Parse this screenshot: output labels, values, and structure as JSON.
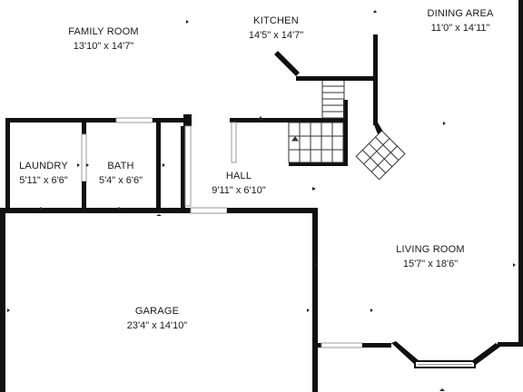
{
  "floor_plan": {
    "rooms": [
      {
        "id": "family-room",
        "name": "FAMILY ROOM",
        "dimensions": "13'10\" x 14'7\""
      },
      {
        "id": "kitchen",
        "name": "KITCHEN",
        "dimensions": "14'5\" x 14'7\""
      },
      {
        "id": "dining-area",
        "name": "DINING AREA",
        "dimensions": "11'0\" x 14'11\""
      },
      {
        "id": "laundry",
        "name": "LAUNDRY",
        "dimensions": "5'11\" x 6'6\""
      },
      {
        "id": "bath",
        "name": "BATH",
        "dimensions": "5'4\" x 6'6\""
      },
      {
        "id": "hall",
        "name": "HALL",
        "dimensions": "9'11\" x 6'10\""
      },
      {
        "id": "living-room",
        "name": "LIVING ROOM",
        "dimensions": "15'7\" x 18'6\""
      },
      {
        "id": "garage",
        "name": "GARAGE",
        "dimensions": "23'4\" x 14'10\""
      }
    ],
    "colors": {
      "wall": "#111111",
      "background": "#ffffff",
      "window": "#999999",
      "text": "#1a1a1a"
    }
  }
}
